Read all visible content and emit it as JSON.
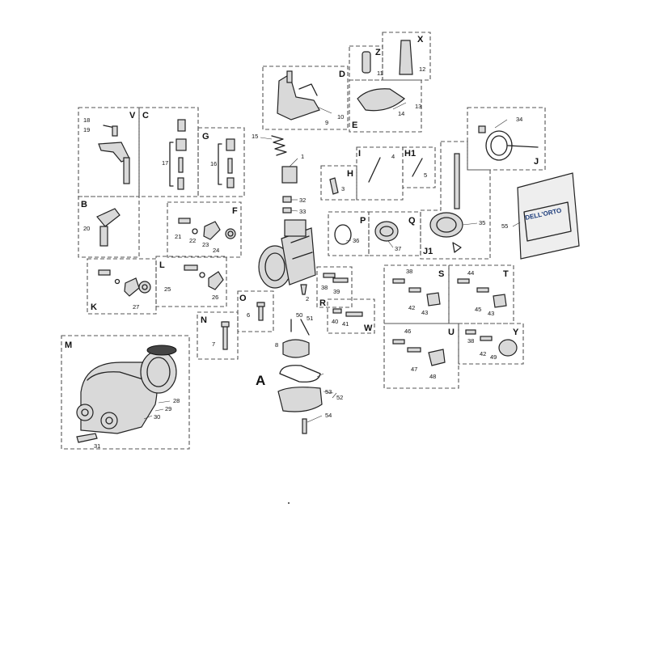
{
  "groups": {
    "A": "A",
    "B": "B",
    "C": "C",
    "D": "D",
    "E": "E",
    "F": "F",
    "G": "G",
    "H": "H",
    "H1": "H1",
    "I": "I",
    "J": "J",
    "J1": "J1",
    "K": "K",
    "L": "L",
    "M": "M",
    "N": "N",
    "O": "O",
    "P": "P",
    "Q": "Q",
    "R": "R",
    "S": "S",
    "T": "T",
    "U": "U",
    "V": "V",
    "W": "W",
    "X": "X",
    "Y": "Y",
    "Z": "Z"
  },
  "parts": {
    "p1": "1",
    "p2": "2",
    "p3": "3",
    "p4": "4",
    "p5": "5",
    "p6": "6",
    "p7": "7",
    "p8": "8",
    "p9": "9",
    "p10": "10",
    "p11": "11",
    "p12": "12",
    "p13": "13",
    "p14": "14",
    "p15": "15",
    "p16": "16",
    "p17": "17",
    "p18": "18",
    "p19": "19",
    "p20": "20",
    "p21": "21",
    "p22": "22",
    "p23": "23",
    "p24": "24",
    "p25": "25",
    "p26": "26",
    "p27": "27",
    "p28": "28",
    "p29": "29",
    "p30": "30",
    "p31": "31",
    "p32": "32",
    "p33": "33",
    "p34": "34",
    "p35": "35",
    "p36": "36",
    "p37": "37",
    "p38": "38",
    "p39": "39",
    "p40": "40",
    "p41": "41",
    "p42": "42",
    "p43": "43",
    "p44": "44",
    "p45": "45",
    "p46": "46",
    "p47": "47",
    "p48": "48",
    "p49": "49",
    "p50": "50",
    "p51": "51",
    "p52": "52",
    "p53": "53",
    "p54": "54",
    "p55": "55"
  },
  "card": {
    "brand": "DELL'ORTO"
  }
}
